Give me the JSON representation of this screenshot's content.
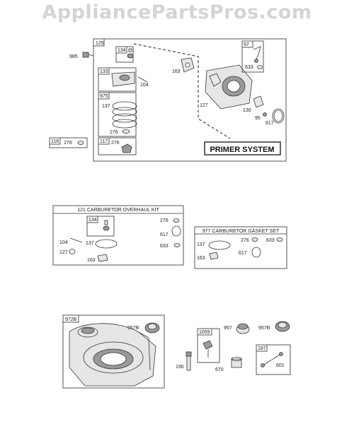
{
  "watermark": "AppliancePartsPros.com",
  "primer": {
    "box_label": "125",
    "title": "PRIMER SYSTEM",
    "labels": {
      "p985": "985",
      "p134": "134",
      "p133": "133",
      "p104": "104",
      "p975": "975",
      "p137": "137",
      "p276a": "276",
      "p163": "163",
      "p127": "127",
      "p97": "97",
      "p633": "633",
      "p130": "130",
      "p95": "95",
      "p617": "617",
      "p118": "118",
      "p276b": "276",
      "p117": "117",
      "p276c": "276"
    }
  },
  "overhaul_kit": {
    "title": "121 CARBURETOR OVERHAUL KIT",
    "labels": {
      "p134": "134",
      "p276": "276",
      "p617": "617",
      "p633": "633",
      "p104": "104",
      "p137": "137",
      "p127": "127",
      "p163": "163"
    }
  },
  "gasket_set": {
    "title": "977 CARBURETOR GASKET SET",
    "labels": {
      "p137": "137",
      "p276": "276",
      "p633": "633",
      "p617": "617",
      "p163": "163"
    }
  },
  "bottom": {
    "labels": {
      "p972b": "972B",
      "p957b_a": "957B",
      "p1059": "1059",
      "p957": "957",
      "p957b_b": "957B",
      "p187": "187",
      "p190": "190",
      "p670": "670",
      "p601": "601"
    }
  }
}
